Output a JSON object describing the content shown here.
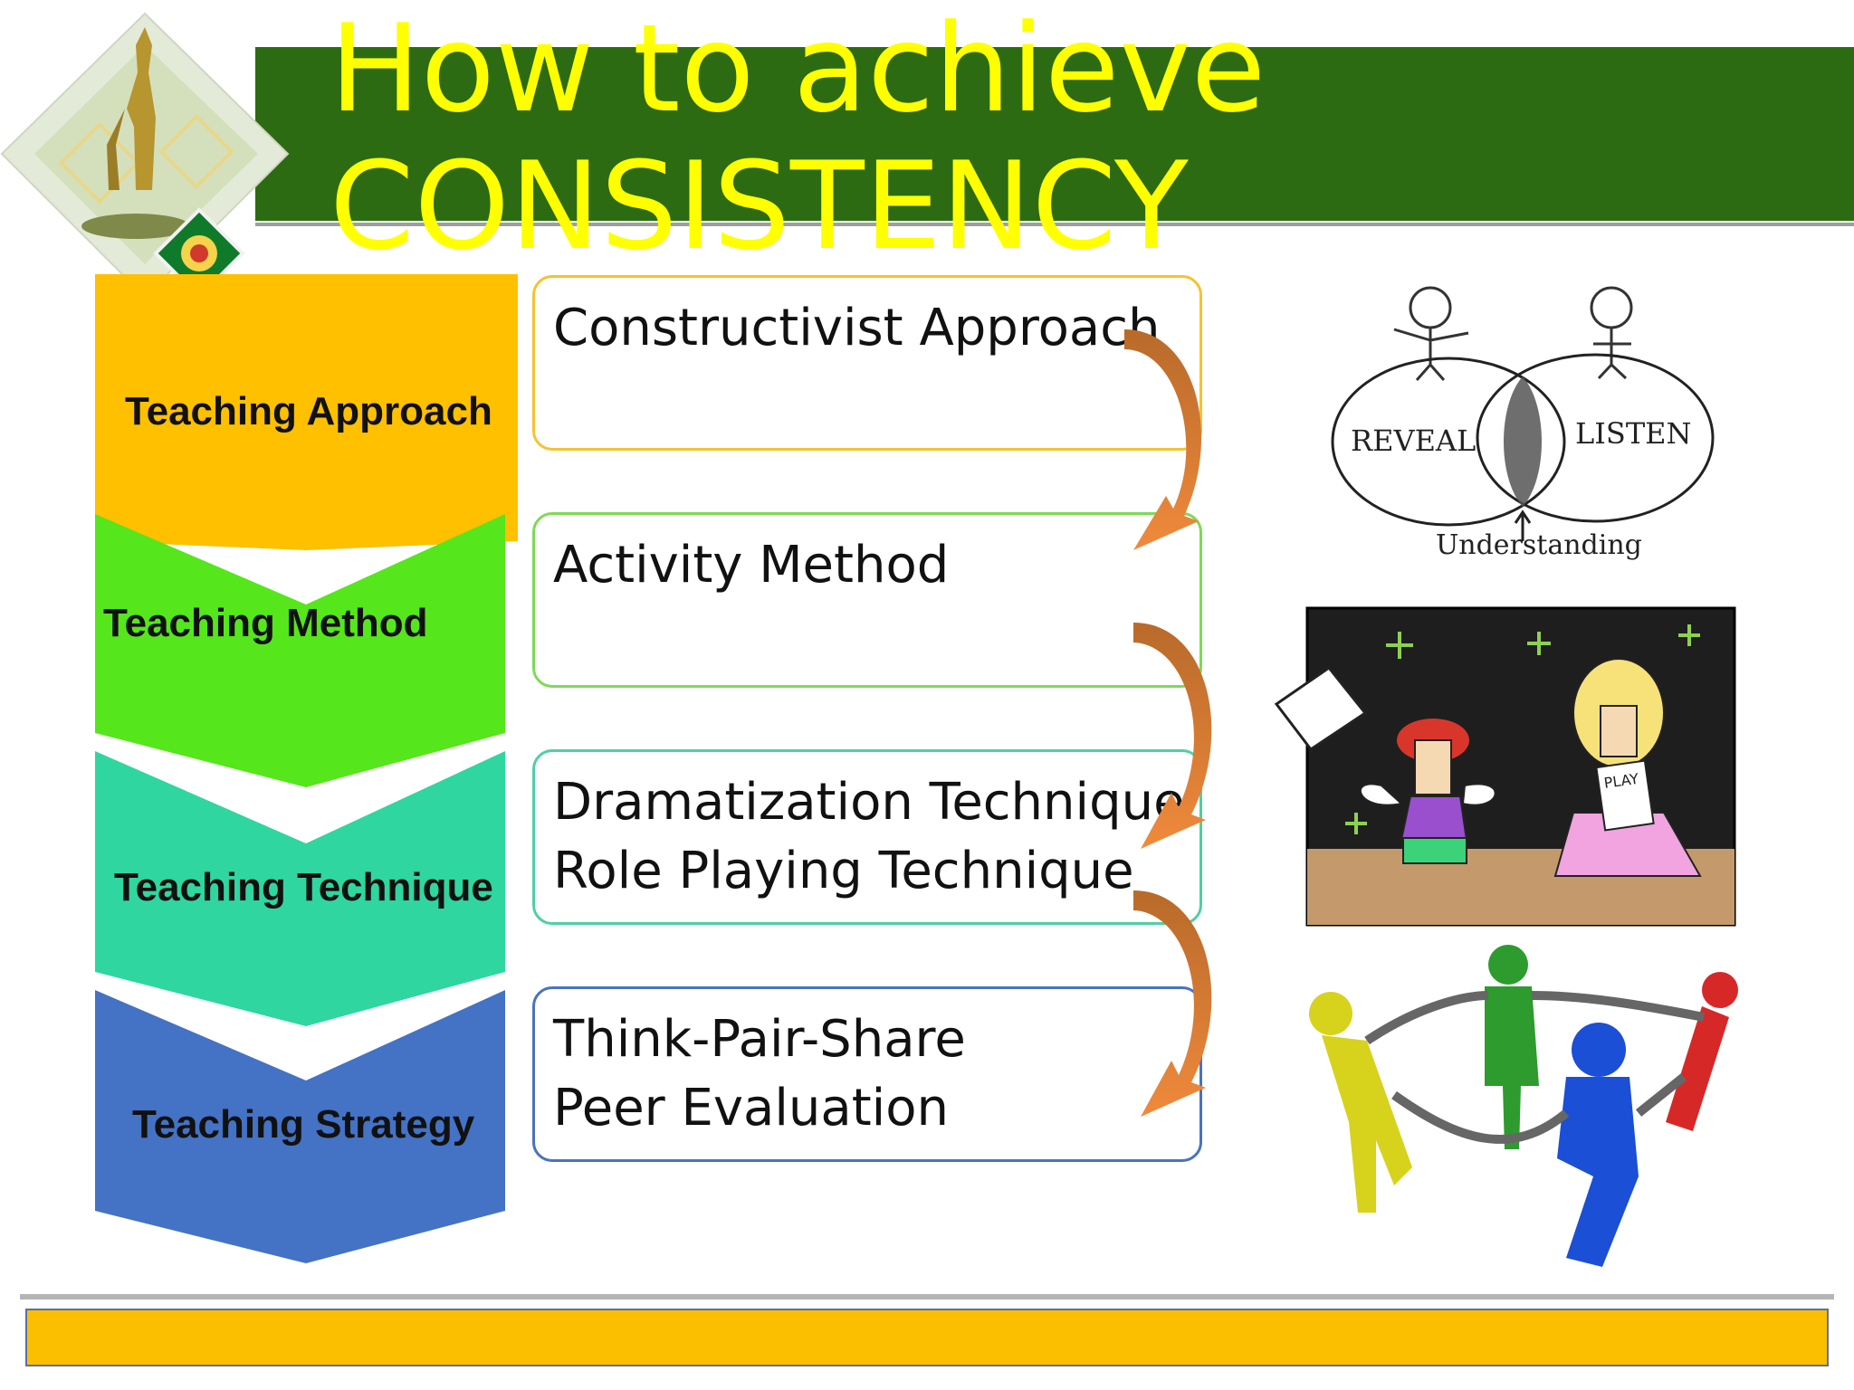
{
  "header": {
    "title": "How to achieve\nCONSISTENCY"
  },
  "levels": [
    {
      "label": "Teaching Approach",
      "items": "Constructivist Approach",
      "color": "#ffc000"
    },
    {
      "label": "Teaching Method",
      "items": "Activity Method",
      "color": "#55e61b"
    },
    {
      "label": "Teaching Technique",
      "items": "Dramatization Technique\nRole Playing Technique",
      "color": "#2fd69f"
    },
    {
      "label": "Teaching Strategy",
      "items": "Think-Pair-Share\nPeer Evaluation",
      "color": "#4472c4"
    }
  ],
  "illustrations": {
    "venn": {
      "left": "REVEAL",
      "right": "LISTEN",
      "bottom": "Understanding"
    },
    "drama": {
      "sign": "PLAY"
    },
    "people": {}
  },
  "colors": {
    "title_bar": "#2d6b13",
    "title_text": "#ffff00",
    "arrow": "#e07a30",
    "footer": "#fbbf00"
  }
}
